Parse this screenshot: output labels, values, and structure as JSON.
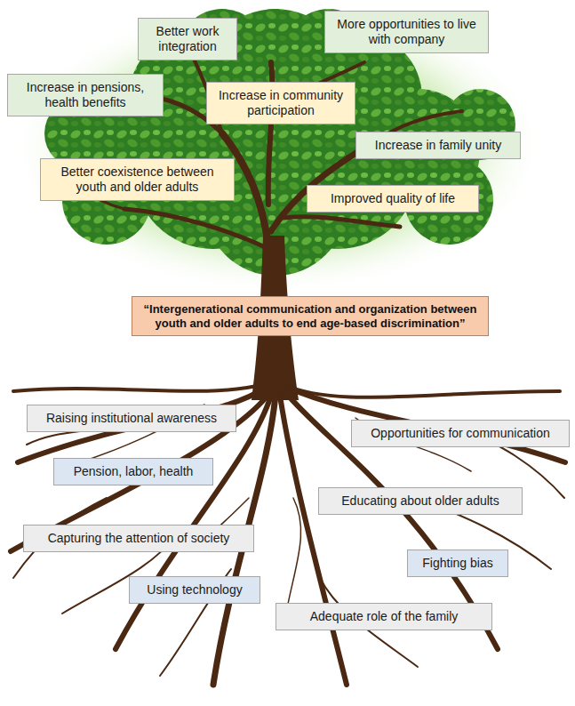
{
  "diagram": {
    "nodes": [
      {
        "text": [
          "Better work integration"
        ]
      },
      {
        "text": [
          "More opportunities to live with company"
        ]
      },
      {
        "text": [
          "Increase in pensions, health benefits"
        ]
      },
      {
        "text": [
          "Increase in community participation"
        ]
      },
      {
        "text": [
          "Increase in family unity"
        ]
      },
      {
        "text": [
          "Better coexistence between youth and older adults"
        ]
      },
      {
        "text": [
          "Improved quality of life"
        ]
      },
      {
        "text": [
          "“Intergenerational communication and organization between youth and older adults to end age-based discrimination”"
        ]
      },
      {
        "text": [
          "Raising institutional awareness"
        ]
      },
      {
        "text": [
          "Opportunities for communication"
        ]
      },
      {
        "text": [
          "Pension, labor, health"
        ]
      },
      {
        "text": [
          "Educating about older adults"
        ]
      },
      {
        "text": [
          "Capturing the attention of society"
        ]
      },
      {
        "text": [
          "Fighting bias"
        ]
      },
      {
        "text": [
          "Using technology"
        ]
      },
      {
        "text": [
          "Adequate role of the family"
        ]
      }
    ]
  }
}
